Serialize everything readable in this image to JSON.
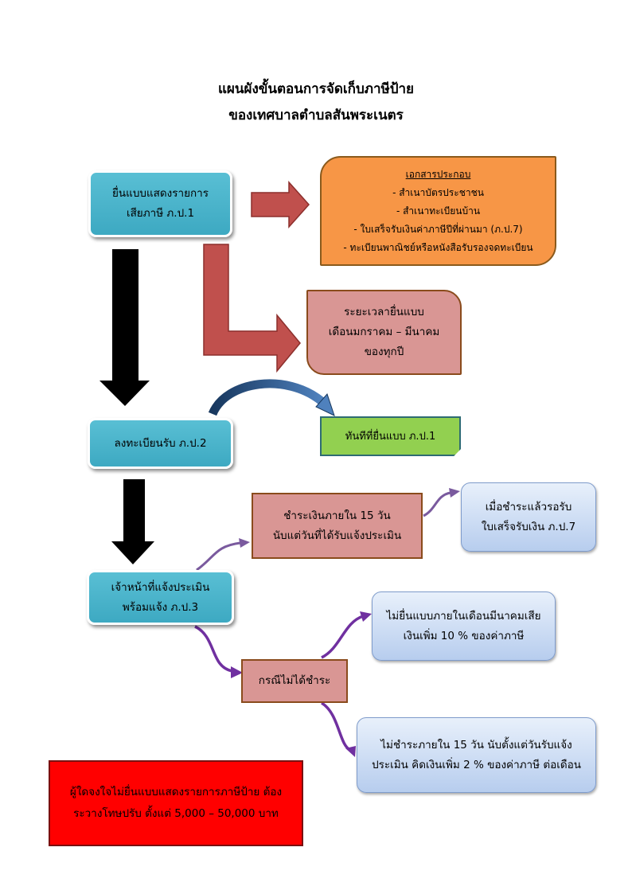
{
  "title": {
    "line1": "แผนผังขั้นตอนการจัดเก็บภาษีป้าย",
    "line2": "ของเทศบาลตำบลสันพระเนตร"
  },
  "steps": {
    "submit": {
      "line1": "ยื่นแบบแสดงรายการ",
      "line2": "เสียภาษี ภ.ป.1"
    },
    "register": {
      "line1": "ลงทะเบียนรับ ภ.ป.2"
    },
    "assess": {
      "line1": "เจ้าหน้าที่แจ้งประเมิน",
      "line2": "พร้อมแจ้ง ภ.ป.3"
    }
  },
  "documents": {
    "heading": "เอกสารประกอบ",
    "items": [
      "- สำเนาบัตรประชาชน",
      "- สำเนาทะเบียนบ้าน",
      "- ใบเสร็จรับเงินค่าภาษีปีที่ผ่านมา (ภ.ป.7)",
      "- ทะเบียนพาณิชย์หรือหนังสือรับรองจดทะเบียน"
    ]
  },
  "filing_period": {
    "line1": "ระยะเวลายื่นแบบ",
    "line2": "เดือนมกราคม – มีนาคม",
    "line3": "ของทุกปี"
  },
  "same_day": "ทันทีที่ยื่นแบบ ภ.ป.1",
  "payment": {
    "line1": "ชำระเงินภายใน 15 วัน",
    "line2": "นับแต่วันที่ได้รับแจ้งประเมิน"
  },
  "receipt": {
    "line1": "เมื่อชำระแล้วรอรับ",
    "line2": "ใบเสร็จรับเงิน ภ.ป.7"
  },
  "not_paid": "กรณีไม่ได้ชำระ",
  "late_filing": {
    "line1": "ไม่ยื่นแบบภายในเดือนมีนาคมเสีย",
    "line2": "เงินเพิ่ม 10 % ของค่าภาษี"
  },
  "late_payment": {
    "line1": "ไม่ชำระภายใน 15 วัน นับตั้งแต่วันรับแจ้ง",
    "line2": "ประเมิน คิดเงินเพิ่ม 2 % ของค่าภาษี ต่อเดือน"
  },
  "penalty": {
    "line1": "ผู้ใดจงใจไม่ยื่นแบบแสดงรายการภาษีป้าย ต้อง",
    "line2": "ระวางโทษปรับ ตั้งแต่ 5,000 – 50,000 บาท"
  },
  "colors": {
    "teal": "#4bb5cc",
    "orange": "#f79646",
    "pink": "#d99694",
    "green": "#92d050",
    "light_blue": "#c6d9f1",
    "red": "#ff0000",
    "dark_red_arrow": "#c0504d",
    "black_arrow": "#000000",
    "purple_connector": "#7030a0",
    "blue_curve": "#1f4e79"
  }
}
